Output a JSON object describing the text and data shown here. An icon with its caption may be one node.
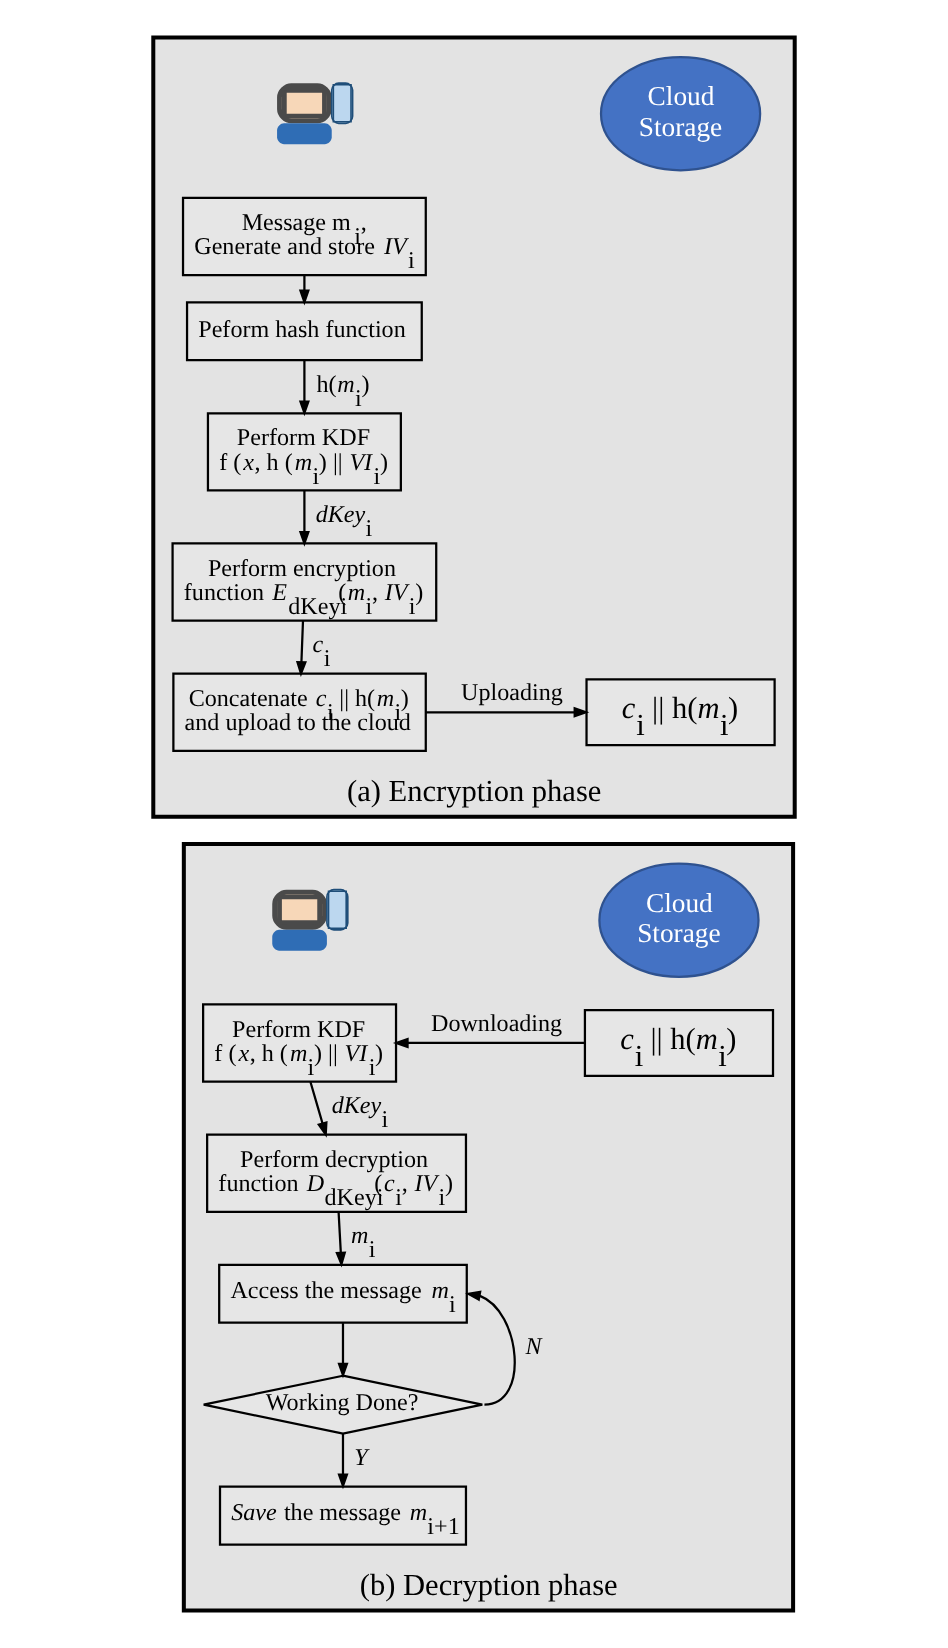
{
  "diagram": {
    "nodes": [
      {
        "text": [
          "(a) Encryption phase"
        ]
      },
      {
        "text": [],
        "shape": "person",
        "in": 0
      },
      {
        "text": [
          "Cloud Storage"
        ],
        "in": 0
      },
      {
        "text": [
          "Message m$_{i}$, Generate and store *IV*$_{i}$"
        ],
        "in": 0
      },
      {
        "text": [
          "Peform hash function"
        ],
        "in": 0
      },
      {
        "text": [
          "Perform KDF f (*x*, h (*m*$_{i}$) || *VI*$_{i}$)"
        ],
        "in": 0
      },
      {
        "text": [
          "Perform encryption function *E*$_{dKeyi}$(*m*$_{i}$, *IV*$_{i}$)"
        ],
        "in": 0
      },
      {
        "text": [
          "Concatenate *c*$_{i}$ || h(*m*$_{i}$) and upload to the cloud"
        ],
        "in": 0
      },
      {
        "text": [
          "*c*$_{i}$ || h(*m*$_{i}$)"
        ],
        "in": 0
      },
      {
        "text": [
          "(b) Decryption phase"
        ]
      },
      {
        "text": [],
        "shape": "person",
        "in": 9
      },
      {
        "text": [
          "Cloud Storage"
        ],
        "in": 9
      },
      {
        "text": [
          "Perform KDF f (*x*, h (*m*$_{i}$) || *VI*$_{i}$)"
        ],
        "in": 9
      },
      {
        "text": [
          "*c*$_{i}$ || h(*m*$_{i}$)"
        ],
        "in": 9
      },
      {
        "text": [
          "Perform decryption function *D*$_{dKeyi}$(*c*$_{i}$, *IV*$_{i}$)"
        ],
        "in": 9
      },
      {
        "text": [
          "Access the message *m*$_{i}$"
        ],
        "in": 9
      },
      {
        "text": [
          "Working Done?"
        ],
        "in": 9
      },
      {
        "text": [
          "*Save* the message *m*$_{i+1}$"
        ],
        "in": 9
      }
    ],
    "edges": [
      {
        "from": 3,
        "to": 4,
        "arrow": "to"
      },
      {
        "from": 4,
        "to": 5,
        "arrow": "to",
        "label": "h(*m*$_{i}$)"
      },
      {
        "from": 5,
        "to": 6,
        "arrow": "to",
        "label": "*dKey*$_{i}$"
      },
      {
        "from": 6,
        "to": 7,
        "arrow": "to",
        "label": "*c*$_{i}$"
      },
      {
        "from": 7,
        "to": 8,
        "arrow": "to",
        "label": "Uploading"
      },
      {
        "from": 13,
        "to": 12,
        "arrow": "to",
        "label": "Downloading"
      },
      {
        "from": 12,
        "to": 14,
        "arrow": "to",
        "label": "*dKey*$_{i}$"
      },
      {
        "from": 14,
        "to": 15,
        "arrow": "to",
        "label": "*m*$_{i}$"
      },
      {
        "from": 15,
        "to": 16,
        "arrow": "to"
      },
      {
        "from": 16,
        "to": 15,
        "arrow": "to",
        "label": "*N*"
      },
      {
        "from": 16,
        "to": 17,
        "arrow": "to",
        "label": "*Y*"
      }
    ]
  }
}
